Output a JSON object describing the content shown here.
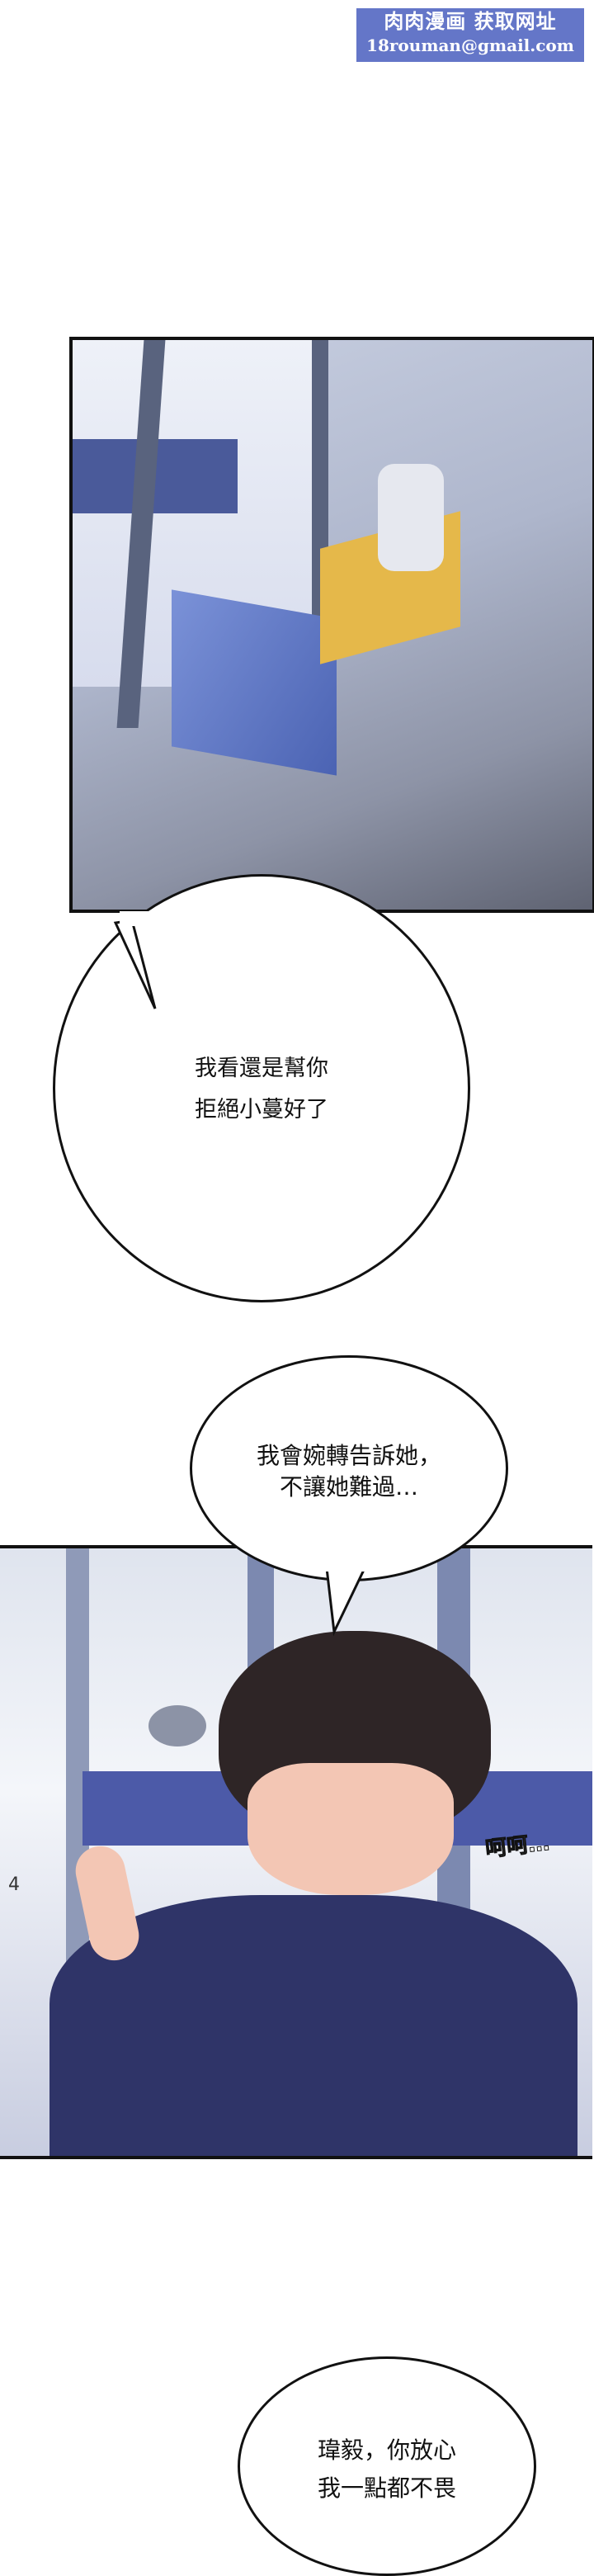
{
  "watermark": {
    "title": "肉肉漫画  获取网址",
    "email": "18rouman@gmail.com",
    "background_color": "#6476c8"
  },
  "bubbles": [
    {
      "lines": [
        "我看還是幫你",
        "拒絕小蔓好了"
      ]
    },
    {
      "lines": [
        "我會婉轉告訴她，",
        "不讓她難過…"
      ]
    },
    {
      "lines": [
        "瑋毅，你放心",
        "我一點都不畏"
      ]
    }
  ],
  "sound_effect": "呵呵…",
  "calendar_digit": "4"
}
